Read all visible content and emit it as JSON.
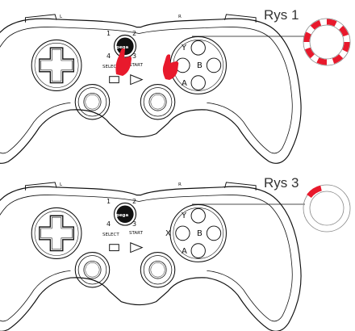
{
  "figures": [
    {
      "caption": "Rys 1",
      "led_label": "",
      "ring_segments": 8,
      "highlight": "both-hands-pressing",
      "colors": {
        "primary": "#e8192c",
        "outline": "#111111"
      }
    },
    {
      "caption": "Rys 3",
      "ring_segments": 1,
      "highlight": "single-segment",
      "colors": {
        "primary": "#e8192c",
        "outline": "#111111"
      }
    }
  ],
  "controller": {
    "shoulder_left": "L",
    "shoulder_right": "R",
    "logo": "ipega",
    "led_numbers": [
      "1",
      "2",
      "4",
      "3"
    ],
    "select_label": "SELECT",
    "start_label": "START",
    "buttons": {
      "top": "Y",
      "left": "X",
      "right": "B",
      "bottom": "A"
    }
  },
  "icons": {
    "dpad": "dpad-icon",
    "hand": "hand-pointer-icon",
    "led_ring": "led-ring-icon"
  }
}
